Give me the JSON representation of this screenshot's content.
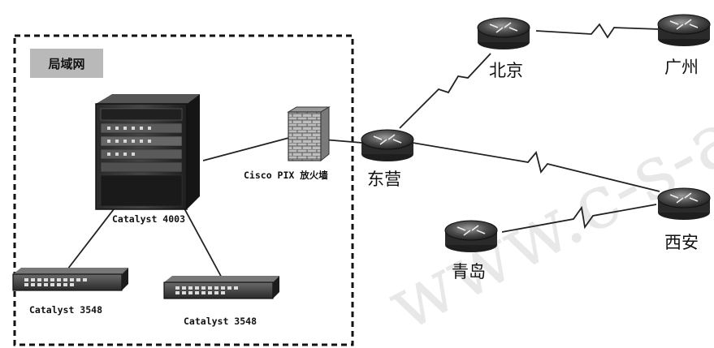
{
  "lan": {
    "badge": "局域网"
  },
  "devices": {
    "core_switch": "Catalyst 4003",
    "switch_left": "Catalyst 3548",
    "switch_right": "Catalyst 3548",
    "firewall": "Cisco PIX 放火墙"
  },
  "routers": {
    "dongying": "东营",
    "beijing": "北京",
    "guangzhou": "广州",
    "xian": "西安",
    "qingdao": "青岛"
  },
  "watermark": "www.c-s-a.org.cn"
}
